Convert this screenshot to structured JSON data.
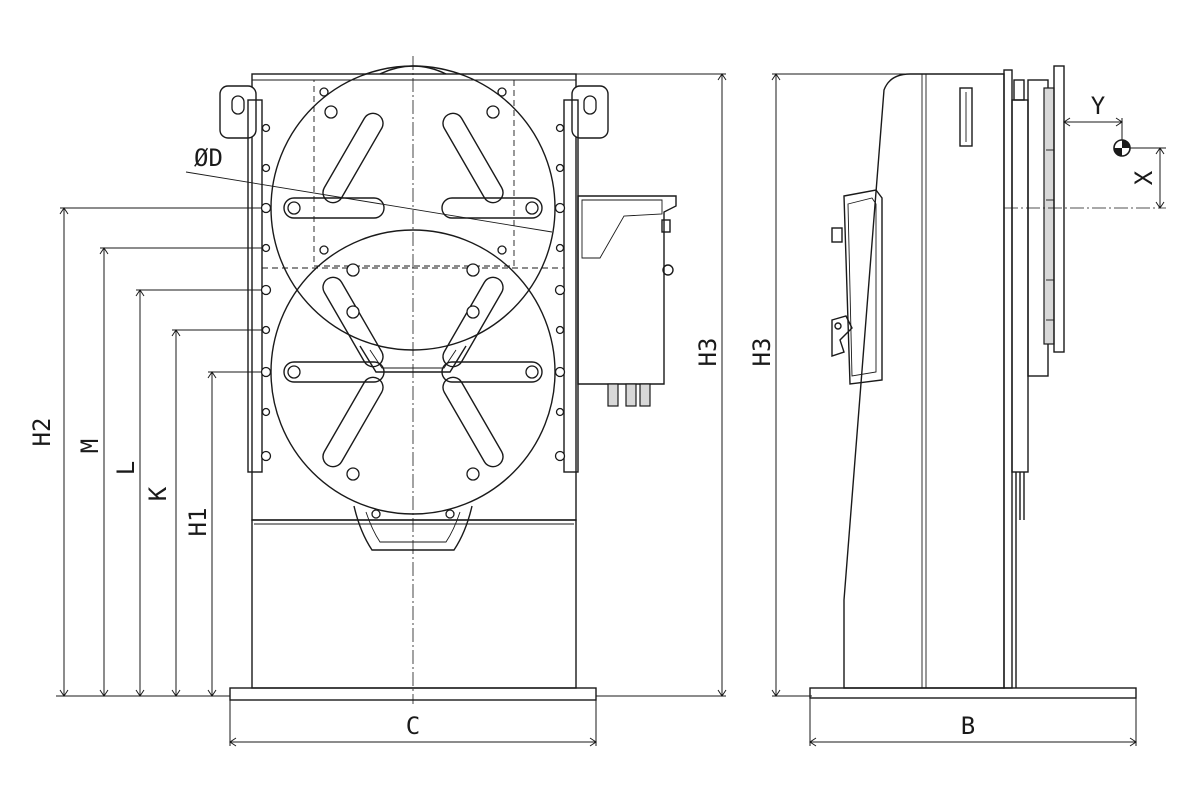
{
  "front_view": {
    "diameter_label": "ØD",
    "dimensions": {
      "h2": "H2",
      "m": "M",
      "l": "L",
      "k": "K",
      "h1": "H1",
      "h3": "H3",
      "c": "C"
    }
  },
  "side_view": {
    "dimensions": {
      "h3": "H3",
      "b": "B",
      "x": "X",
      "y": "Y"
    }
  }
}
